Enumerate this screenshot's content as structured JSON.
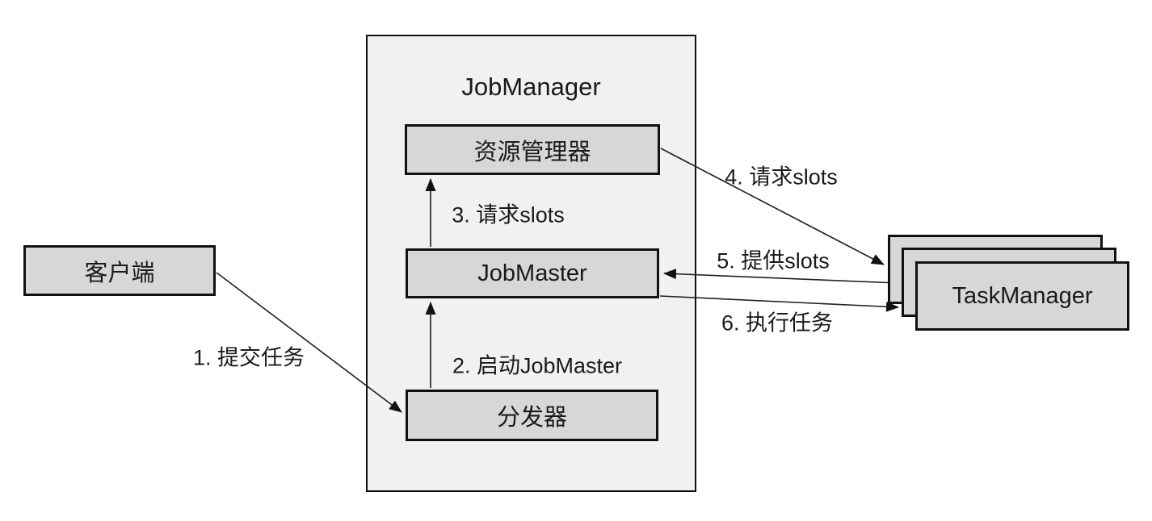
{
  "diagram": {
    "container": {
      "title": "JobManager"
    },
    "nodes": {
      "client": {
        "label": "客户端"
      },
      "resource_manager": {
        "label": "资源管理器"
      },
      "job_master": {
        "label": "JobMaster"
      },
      "dispatcher": {
        "label": "分发器"
      },
      "task_manager": {
        "label": "TaskManager"
      }
    },
    "edges": [
      {
        "label": "1. 提交任务",
        "from": "client",
        "to": "dispatcher"
      },
      {
        "label": "2. 启动JobMaster",
        "from": "dispatcher",
        "to": "job_master"
      },
      {
        "label": "3. 请求slots",
        "from": "job_master",
        "to": "resource_manager"
      },
      {
        "label": "4. 请求slots",
        "from": "resource_manager",
        "to": "task_manager"
      },
      {
        "label": "5. 提供slots",
        "from": "task_manager",
        "to": "job_master"
      },
      {
        "label": "6. 执行任务",
        "from": "job_master",
        "to": "task_manager"
      }
    ],
    "colors": {
      "background": "#ffffff",
      "container_fill": "#f1f1f2",
      "node_fill": "#d7d7d8",
      "border": "#111111",
      "arrow": "#1f1f1f",
      "text": "#1a1a1a"
    }
  }
}
